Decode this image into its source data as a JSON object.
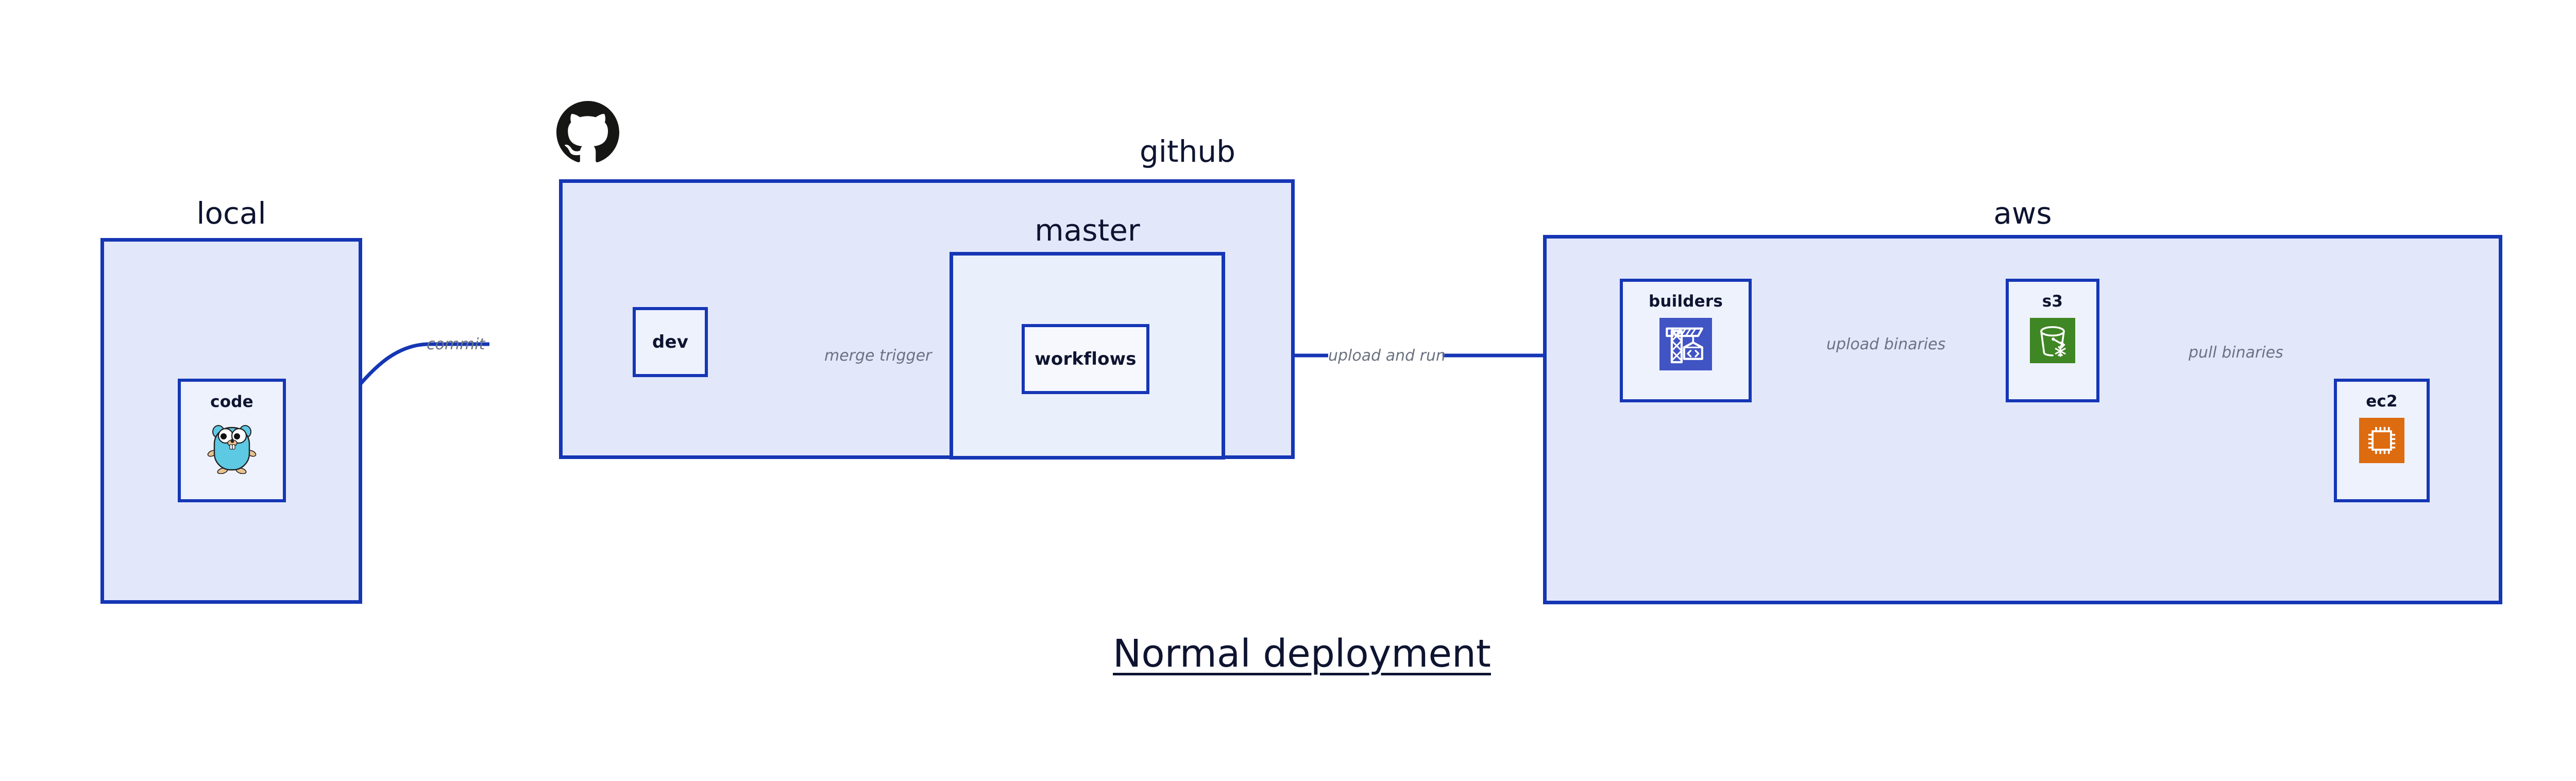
{
  "diagram": {
    "title": "Normal deployment",
    "groups": [
      {
        "id": "local",
        "label": "local"
      },
      {
        "id": "github",
        "label": "github"
      },
      {
        "id": "master",
        "label": "master"
      },
      {
        "id": "aws",
        "label": "aws"
      }
    ],
    "nodes": [
      {
        "id": "code",
        "label": "code",
        "icon": "go-gopher-icon",
        "group": "local"
      },
      {
        "id": "dev",
        "label": "dev",
        "icon": null,
        "group": "github"
      },
      {
        "id": "workflows",
        "label": "workflows",
        "icon": null,
        "group": "master"
      },
      {
        "id": "builders",
        "label": "builders",
        "icon": "aws-codebuild-icon",
        "group": "aws"
      },
      {
        "id": "s3",
        "label": "s3",
        "icon": "aws-s3-glacier-icon",
        "group": "aws"
      },
      {
        "id": "ec2",
        "label": "ec2",
        "icon": "aws-ec2-icon",
        "group": "aws"
      }
    ],
    "edges": [
      {
        "from": "code",
        "to": "dev",
        "label": "commit"
      },
      {
        "from": "dev",
        "to": "workflows",
        "label": "merge trigger"
      },
      {
        "from": "workflows",
        "to": "builders",
        "label": "upload and run"
      },
      {
        "from": "builders",
        "to": "s3",
        "label": "upload binaries"
      },
      {
        "from": "s3",
        "to": "ec2",
        "label": "pull binaries"
      }
    ],
    "brand_icons": [
      {
        "id": "github-logo",
        "name": "github-octocat-icon"
      }
    ],
    "colors": {
      "group_fill": "#e2e8fa",
      "node_fill": "#eef2fd",
      "stroke": "#1536b5",
      "text": "#0e1430",
      "edge_label": "#6b7280",
      "codebuild": "#4054c4",
      "s3_glacier": "#3f8624",
      "ec2": "#dd6b10",
      "gopher": "#5dc9e2",
      "octocat": "#161614"
    }
  }
}
